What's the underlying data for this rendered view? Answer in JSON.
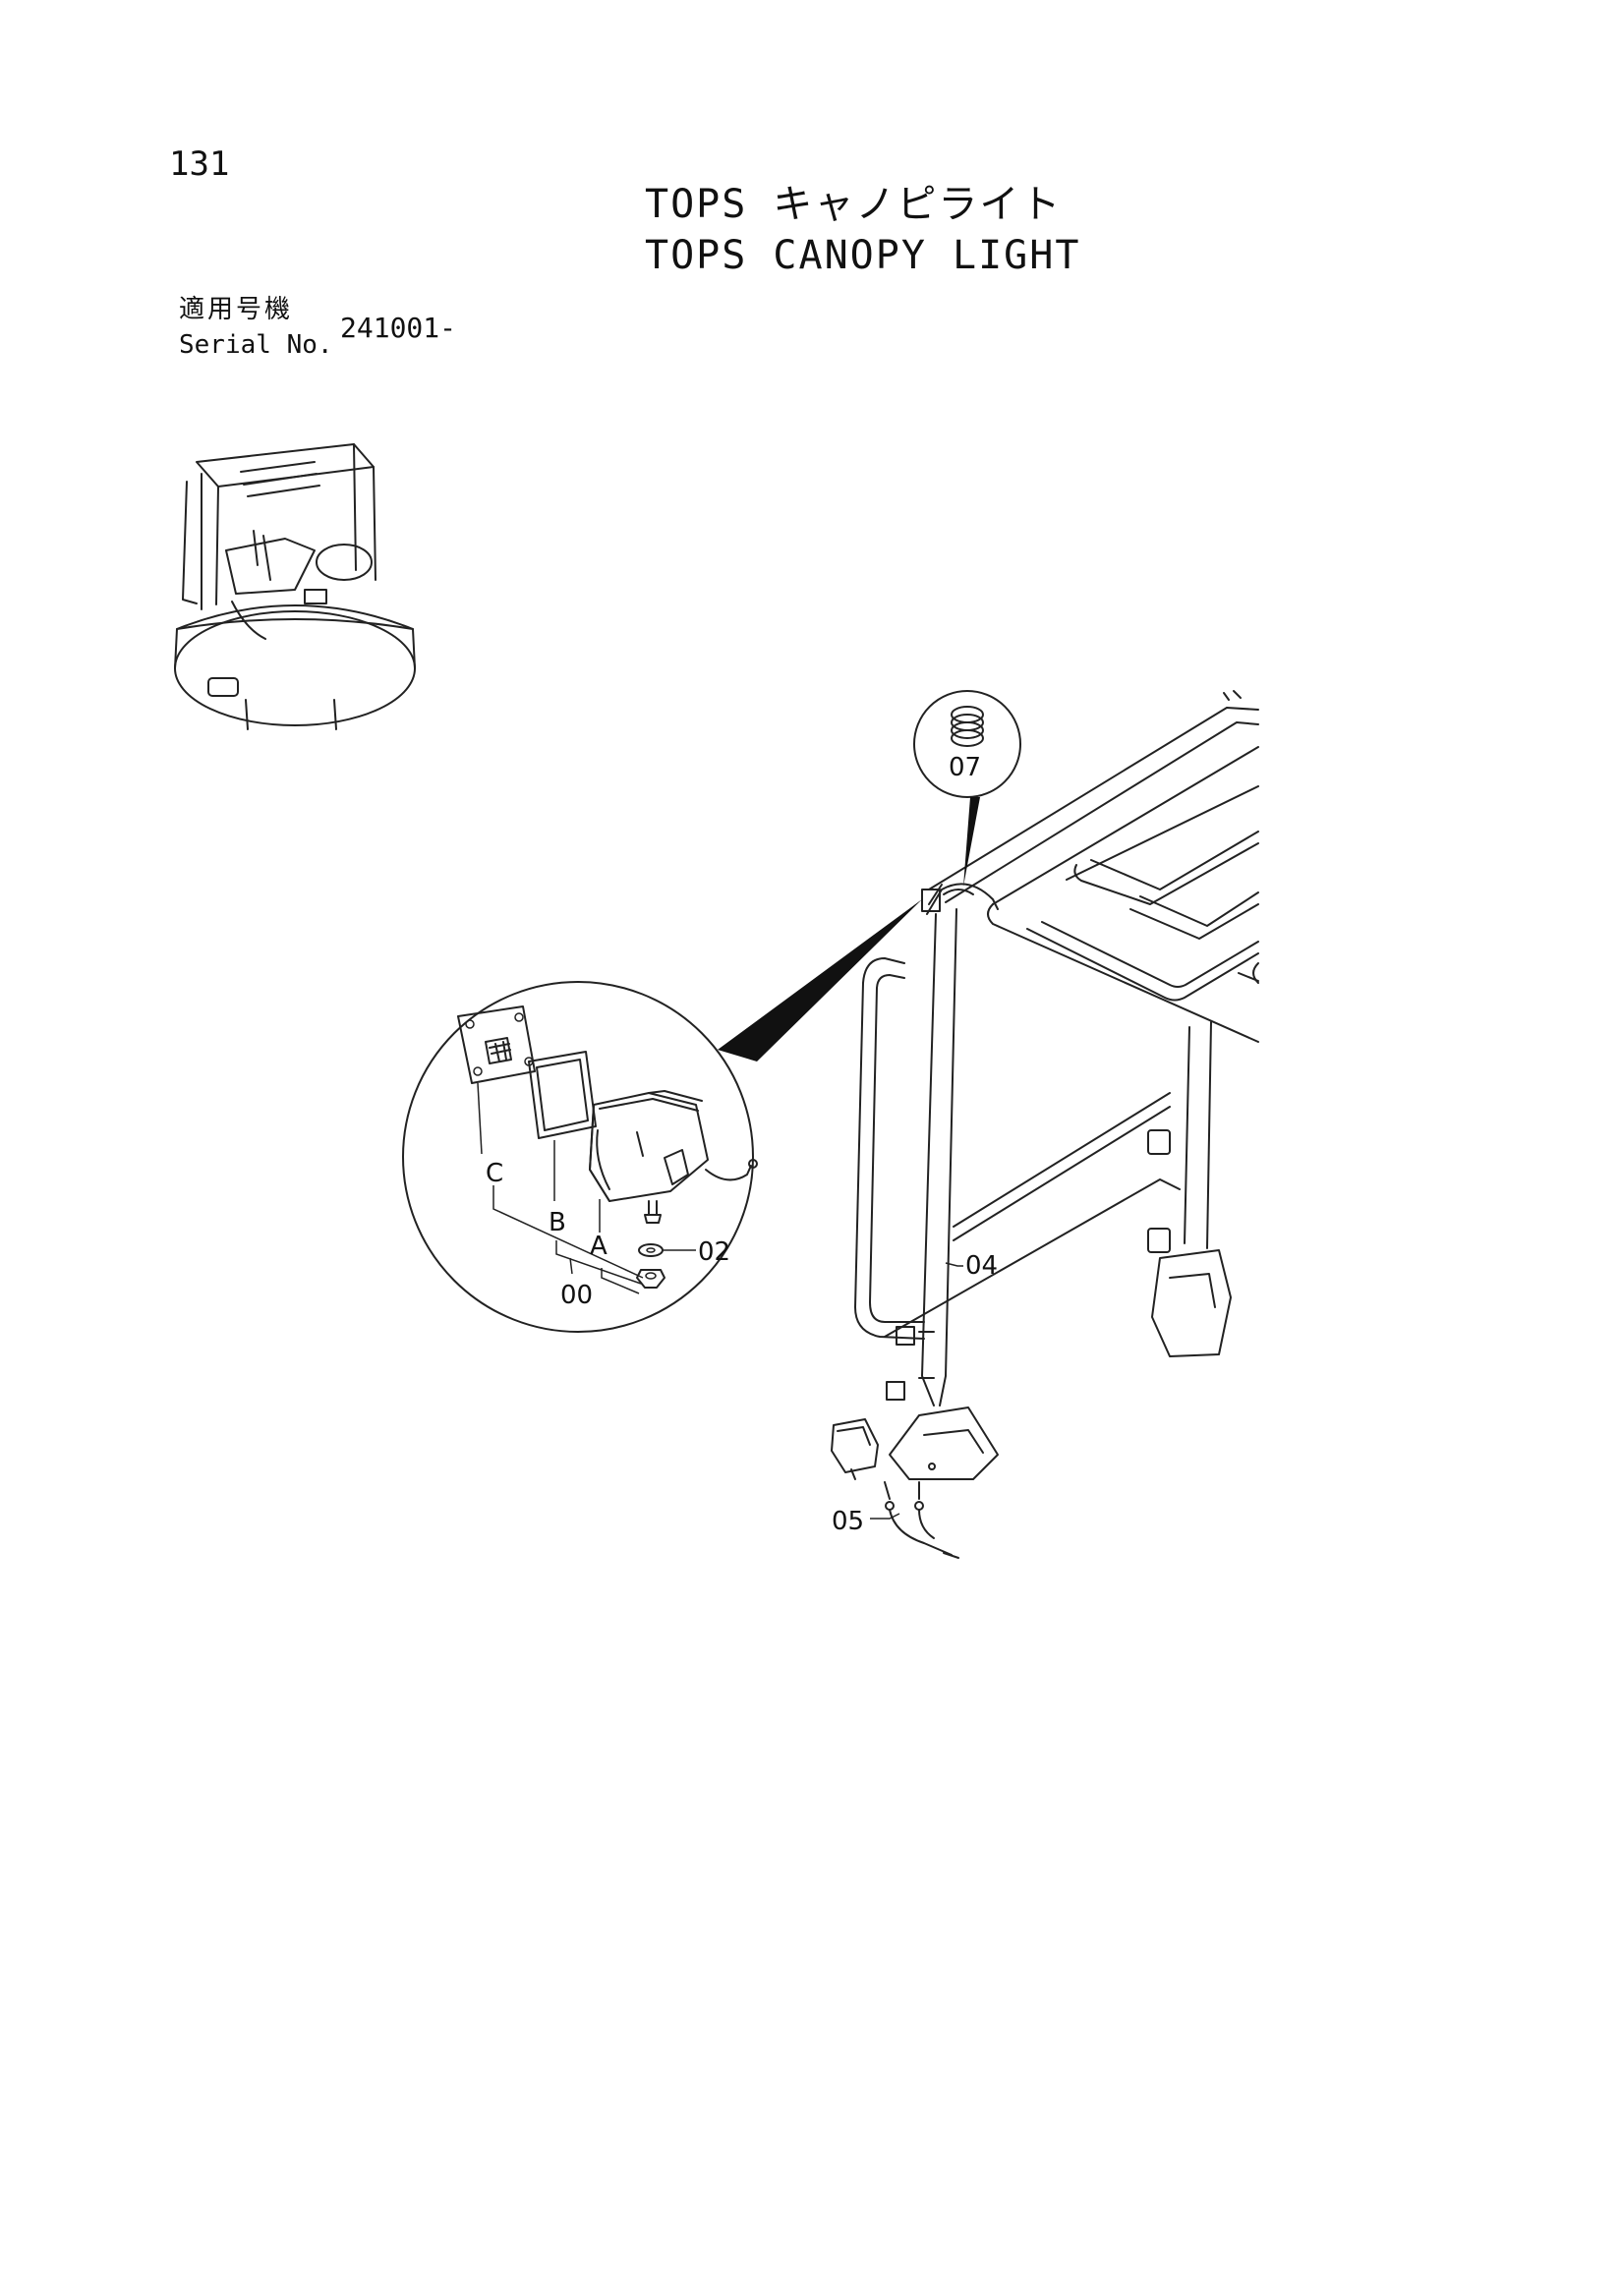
{
  "header": {
    "page_number": "131",
    "title_jp": "TOPS キャノピライト",
    "title_en": "TOPS CANOPY LIGHT"
  },
  "serial": {
    "label_jp": "適用号機",
    "label_en": "Serial No.",
    "value": "241001-"
  },
  "callouts": {
    "part_07": "07",
    "part_04": "04",
    "part_05": "05",
    "part_02": "02",
    "part_00": "00",
    "sub_A": "A",
    "sub_B": "B",
    "sub_C": "C"
  },
  "icons": [
    "machine-overview-icon",
    "spring-washer-icon",
    "work-light-icon",
    "gasket-icon",
    "cover-plate-icon",
    "washer-icon",
    "nut-icon",
    "canopy-frame-icon"
  ]
}
